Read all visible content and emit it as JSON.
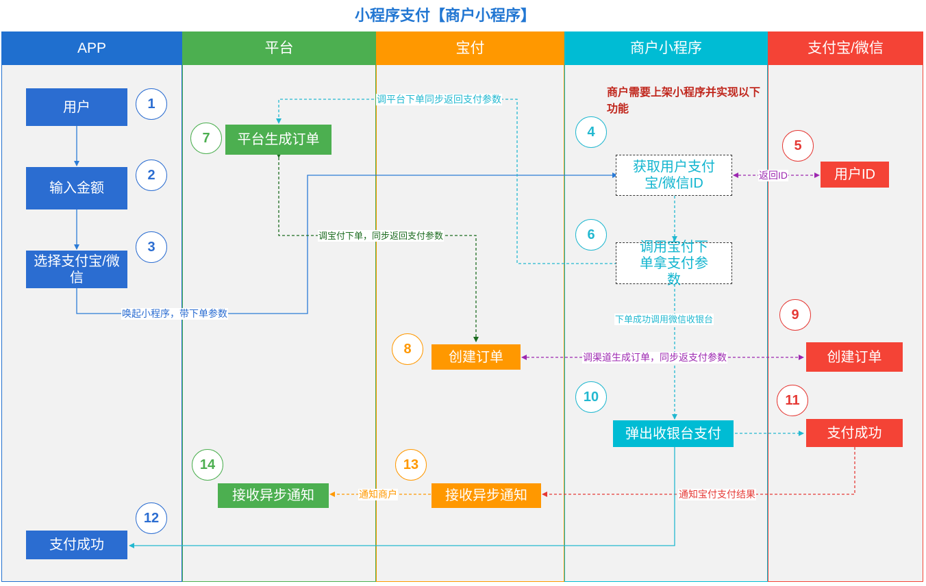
{
  "title": "小程序支付【商户小程序】",
  "lanes": [
    {
      "label": "APP",
      "color": "#1f6fcf"
    },
    {
      "label": "平台",
      "color": "#4caf50"
    },
    {
      "label": "宝付",
      "color": "#ff9800"
    },
    {
      "label": "商户小程序",
      "color": "#00bcd4"
    },
    {
      "label": "支付宝/微信",
      "color": "#f44336"
    }
  ],
  "note": "商户需要上架小程序并实现以下功能",
  "nodes": {
    "user": "用户",
    "input_amount": "输入金额",
    "choose_pay": "选择支付宝/微信",
    "app_pay_success": "支付成功",
    "platform_order": "平台生成订单",
    "platform_notify": "接收异步通知",
    "baofu_order": "创建订单",
    "baofu_notify": "接收异步通知",
    "get_user_id": "获取用户支付宝/微信ID",
    "call_baofu": "调用宝付下单拿支付参数",
    "cashier": "弹出收银台支付",
    "user_id": "用户ID",
    "channel_order": "创建订单",
    "channel_success": "支付成功"
  },
  "steps": [
    "1",
    "2",
    "3",
    "4",
    "5",
    "6",
    "7",
    "8",
    "9",
    "10",
    "11",
    "12",
    "13",
    "14"
  ],
  "edge_labels": {
    "launch": "唤起小程序，带下单参数",
    "return_id": "返回ID",
    "call_platform": "调平台下单同步返回支付参数",
    "call_baofu_order": "调宝付下单，同步返回支付参数",
    "order_success": "下单成功调用微信收银台",
    "channel_create": "调渠道生成订单，同步返支付参数",
    "notify_result": "通知宝付支付结果",
    "notify_merchant": "通知商户"
  }
}
